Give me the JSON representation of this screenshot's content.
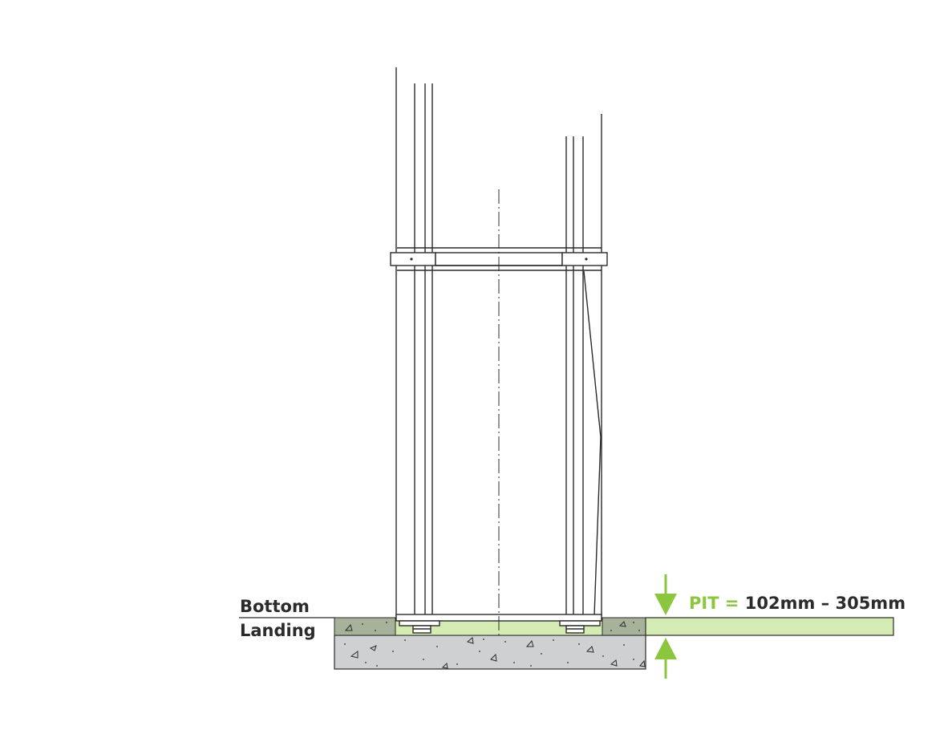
{
  "landing_label": {
    "line1": "Bottom",
    "line2": "Landing"
  },
  "pit_label": {
    "key": "PIT =",
    "value": "102mm – 305mm"
  },
  "colors": {
    "accent_green": "#8cc63f",
    "pit_fill": "#d4ebb4",
    "slab_fill": "#a8b29a",
    "concrete_fill": "#cfd0d1",
    "line": "#2b2b2b"
  }
}
